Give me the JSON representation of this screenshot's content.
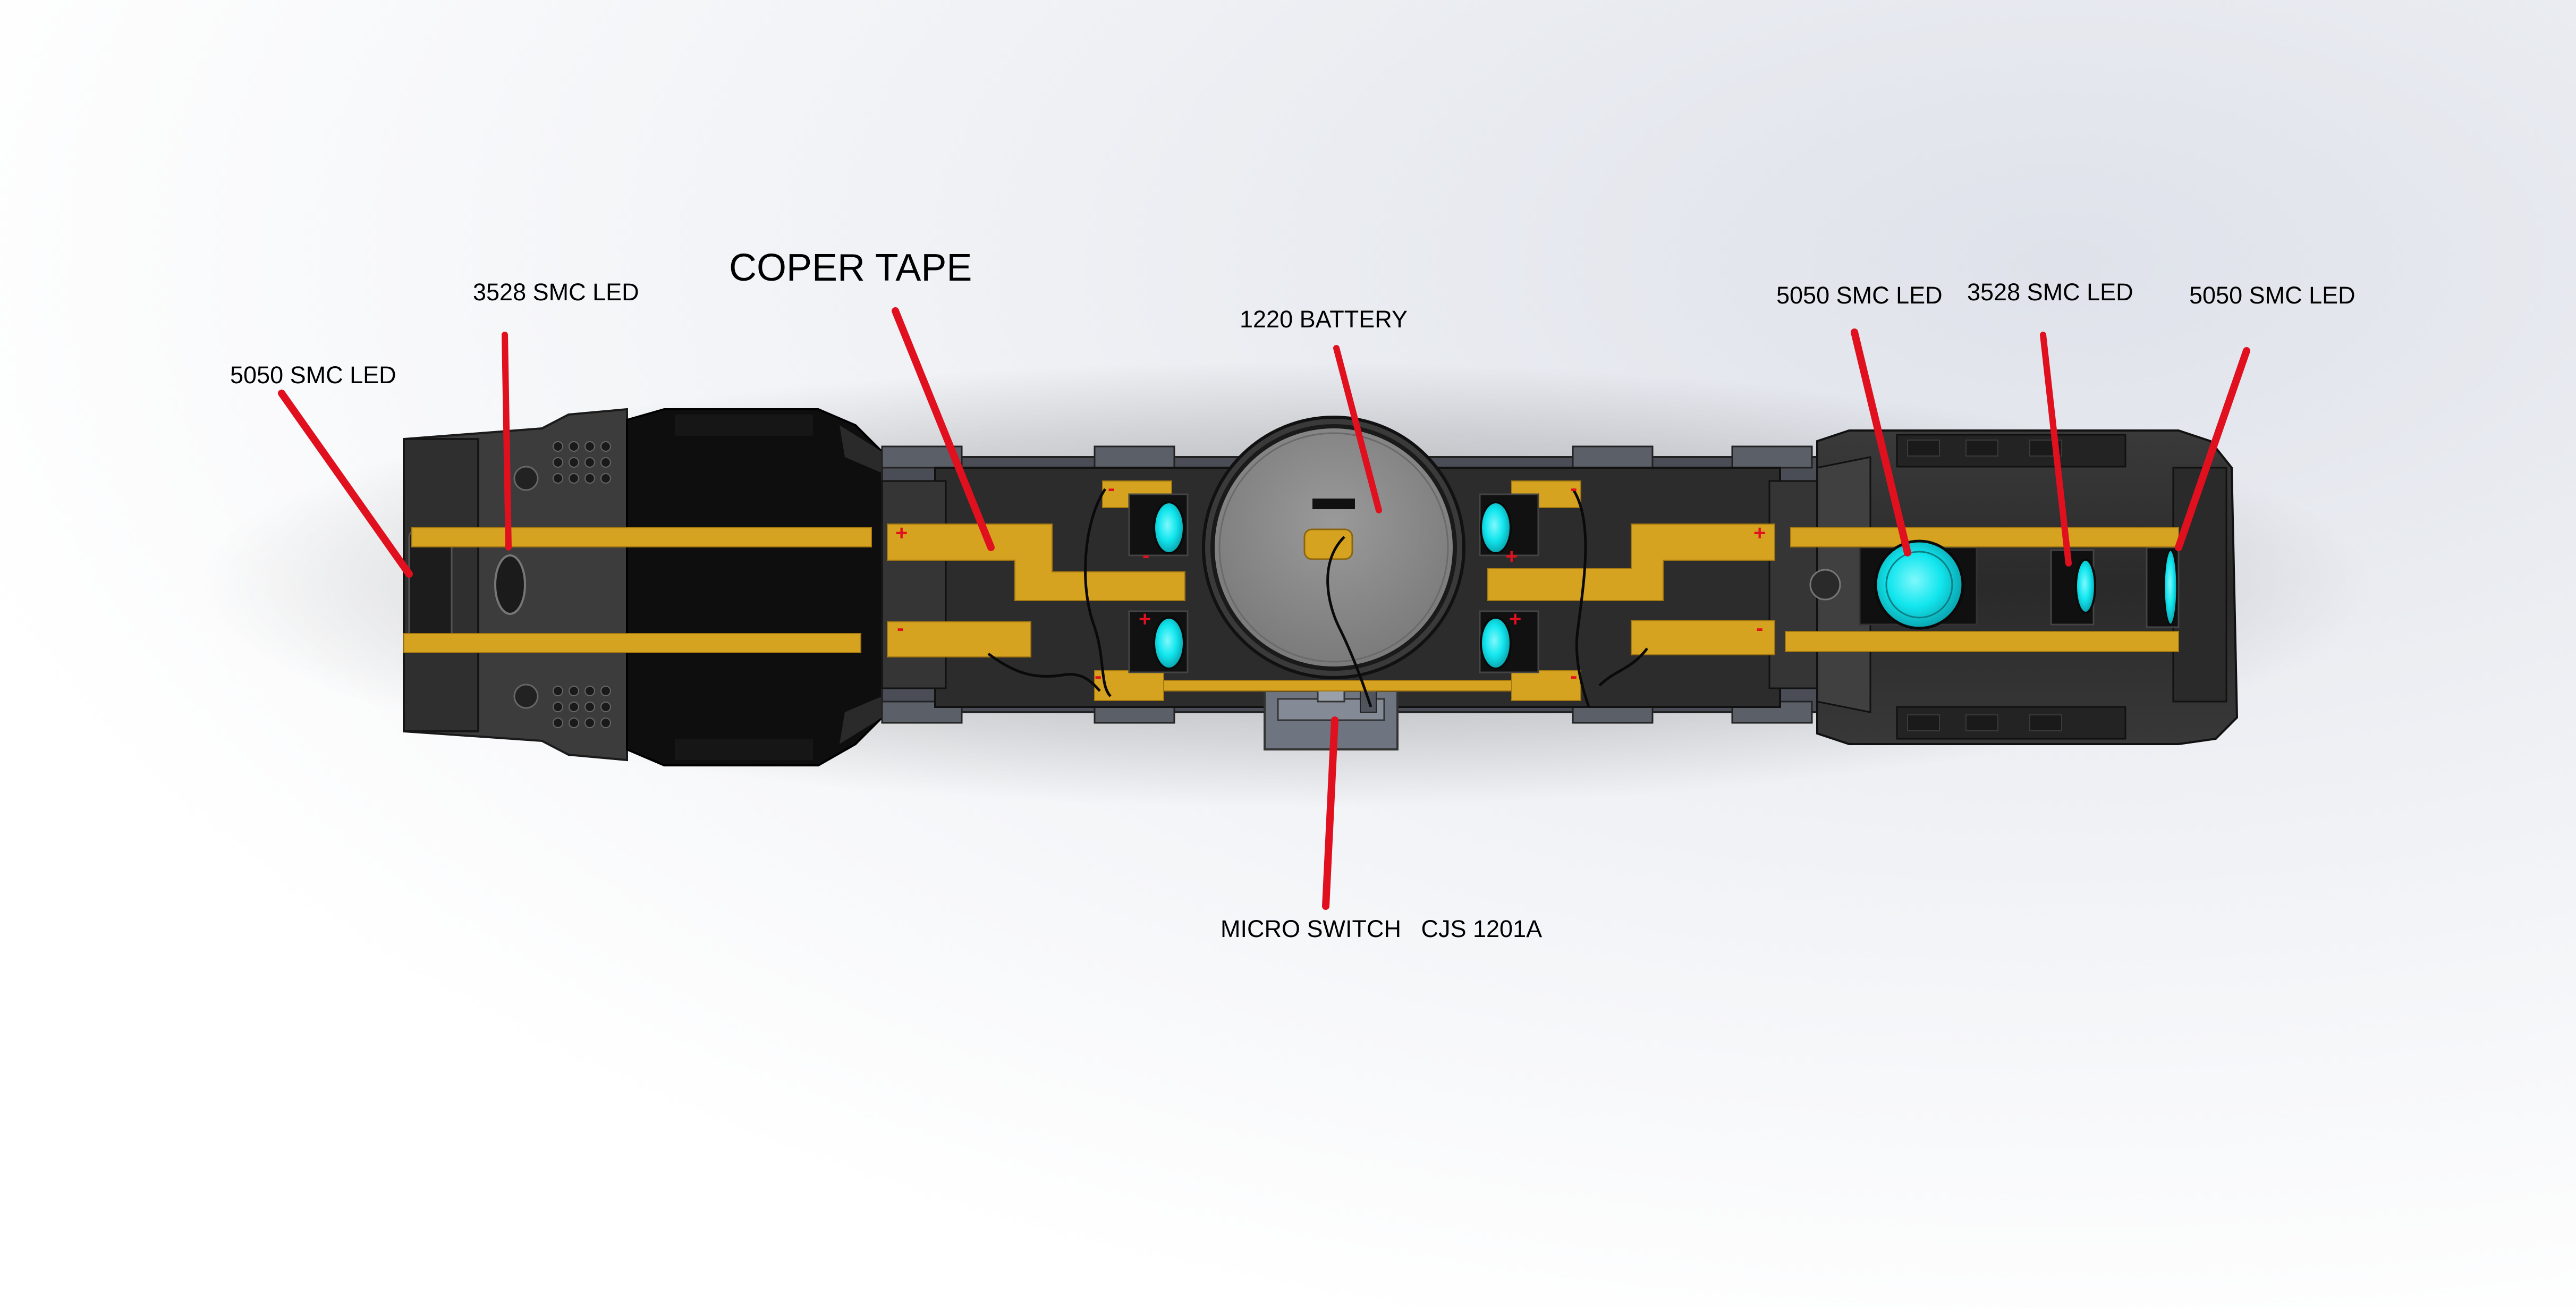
{
  "colors": {
    "copper_tape": "#d6a320",
    "led_glow": "#12e6ee",
    "leader_line": "#e0101e",
    "polarity_mark": "#e0101e",
    "housing_dark": "#2b2b2b",
    "housing_black": "#0d0d0d",
    "battery_body": "#8f8f8f",
    "switch_body": "#6e7480"
  },
  "labels": {
    "led_5050_left": "5050 SMC LED",
    "led_3528_left": "3528 SMC LED",
    "copper_tape": "COPER TAPE",
    "battery": "1220 BATTERY",
    "led_5050_right_a": "5050 SMC LED",
    "led_3528_right": "3528 SMC LED",
    "led_5050_right_b": "5050 SMC LED",
    "micro_switch": "MICRO SWITCH   CJS 1201A"
  },
  "polarity_marks": {
    "plus": "+",
    "minus": "-"
  }
}
